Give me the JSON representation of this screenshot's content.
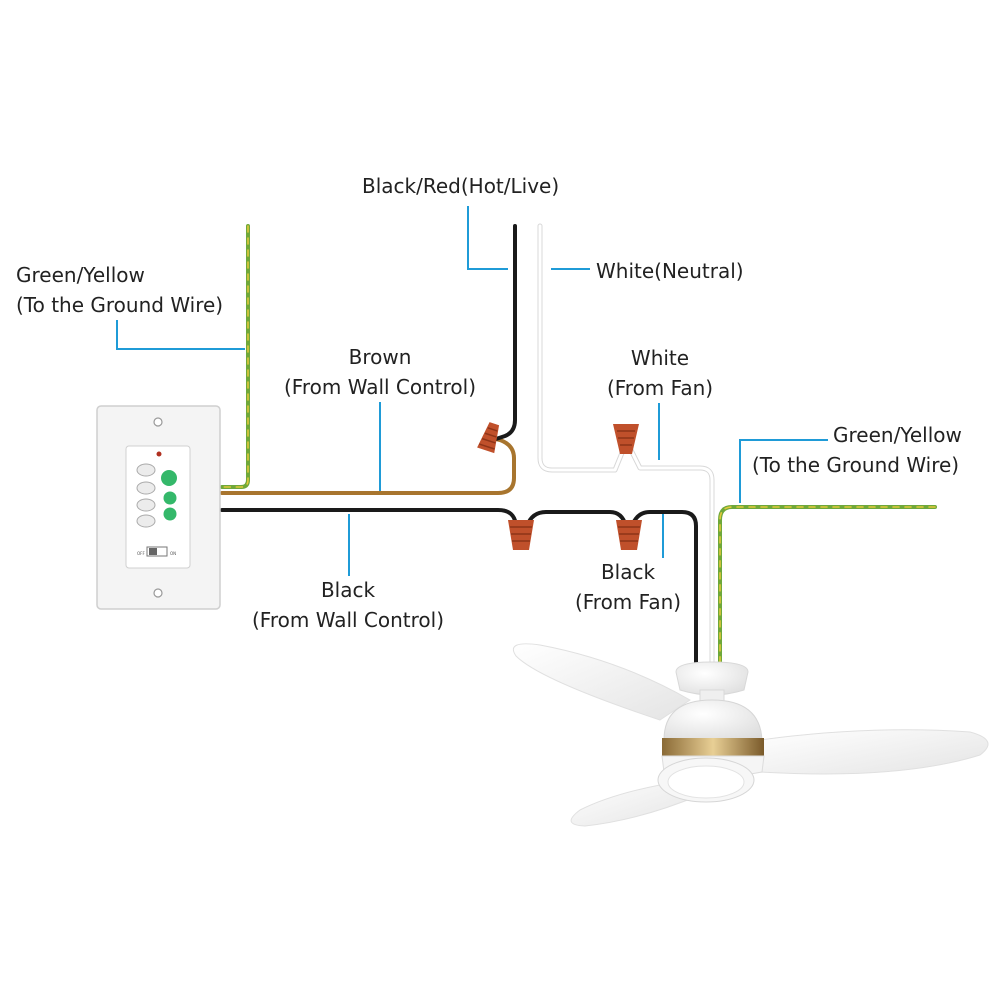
{
  "labels": {
    "hot_live": "Black/Red(Hot/Live)",
    "neutral": "White(Neutral)",
    "ground_left_line1": "Green/Yellow",
    "ground_left_line2": "(To the Ground Wire)",
    "brown_line1": "Brown",
    "brown_line2": "(From Wall Control)",
    "white_fan_line1": "White",
    "white_fan_line2": "(From Fan)",
    "ground_right_line1": "Green/Yellow",
    "ground_right_line2": "(To the Ground Wire)",
    "black_fan_line1": "Black",
    "black_fan_line2": "(From Fan)",
    "black_wall_line1": "Black",
    "black_wall_line2": "(From Wall Control)"
  },
  "wall_control": {
    "switch_left": "OFF",
    "switch_right": "ON"
  },
  "colors": {
    "callout": "#1f9bd7",
    "wire_black": "#1a1a1a",
    "wire_brown": "#a8752e",
    "wire_green": "#6fa83a",
    "wire_yellow": "#e2c93a",
    "wire_white": "#e8e8e8",
    "wire_nut": "#c0502b",
    "button_green": "#34b86a"
  }
}
